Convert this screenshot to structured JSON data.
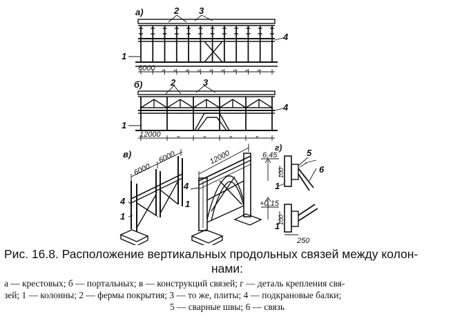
{
  "panels": {
    "a": "а)",
    "b": "б)",
    "v": "в)",
    "g": "г)"
  },
  "callouts": {
    "n1": "1",
    "n2": "2",
    "n3": "3",
    "n4": "4",
    "n5": "5",
    "n6": "6"
  },
  "dimensions": {
    "a_span": "6000",
    "b_span": "12000",
    "v_span_1": "6000",
    "v_span_2": "6000",
    "v_span_3": "12000",
    "ditto": "„",
    "g_level_top": "6,45",
    "g_level_bottom": "+0,15",
    "g_dim_100_top": "100",
    "g_dim_100_bottom": "100",
    "g_dim_250": "250"
  },
  "caption": {
    "title_line1": "Рис. 16.8. Расположение вертикальных продольных связей между колон-",
    "title_line2": "нами:",
    "legend_line1": "а — крестовых; б — портальных; в — конструкций связей; г — деталь крепления свя-",
    "legend_line2": "зей; 1 — колонны; 2 — фермы покрытия; 3 — то же, плиты; 4 — подкрановые балки;",
    "legend_line3": "5 — сварные швы; 6 — связь"
  }
}
